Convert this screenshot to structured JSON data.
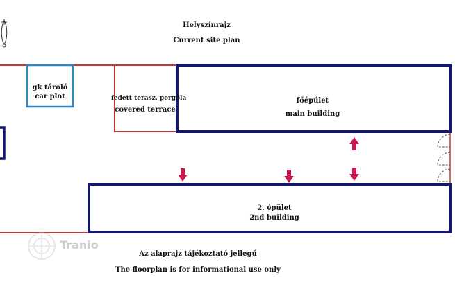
{
  "header": {
    "title_hu": "Helyszínrajz",
    "title_en": "Current site plan"
  },
  "plan": {
    "car_plot": {
      "hu": "gk tároló",
      "en": "car plot"
    },
    "terrace": {
      "hu": "fedett terasz, pergola",
      "en": "covered terrace"
    },
    "main_building": {
      "hu": "főépület",
      "en": "main building"
    },
    "second_building": {
      "hu": "2. épület",
      "en": "2nd building"
    }
  },
  "footer": {
    "note_hu": "Az alaprajz tájékoztató jellegű",
    "note_en": "The floorplan is for informational use only"
  },
  "watermark": {
    "text": "Tranio"
  },
  "colors": {
    "plot_outline": "#c0393b",
    "building_outline": "#13176b",
    "car_plot_outline": "#2f86c5",
    "arrows": "#c8184d"
  },
  "icons": [
    "compass-icon",
    "arrow-down-icon",
    "arrow-up-icon",
    "door-arc-icon"
  ]
}
